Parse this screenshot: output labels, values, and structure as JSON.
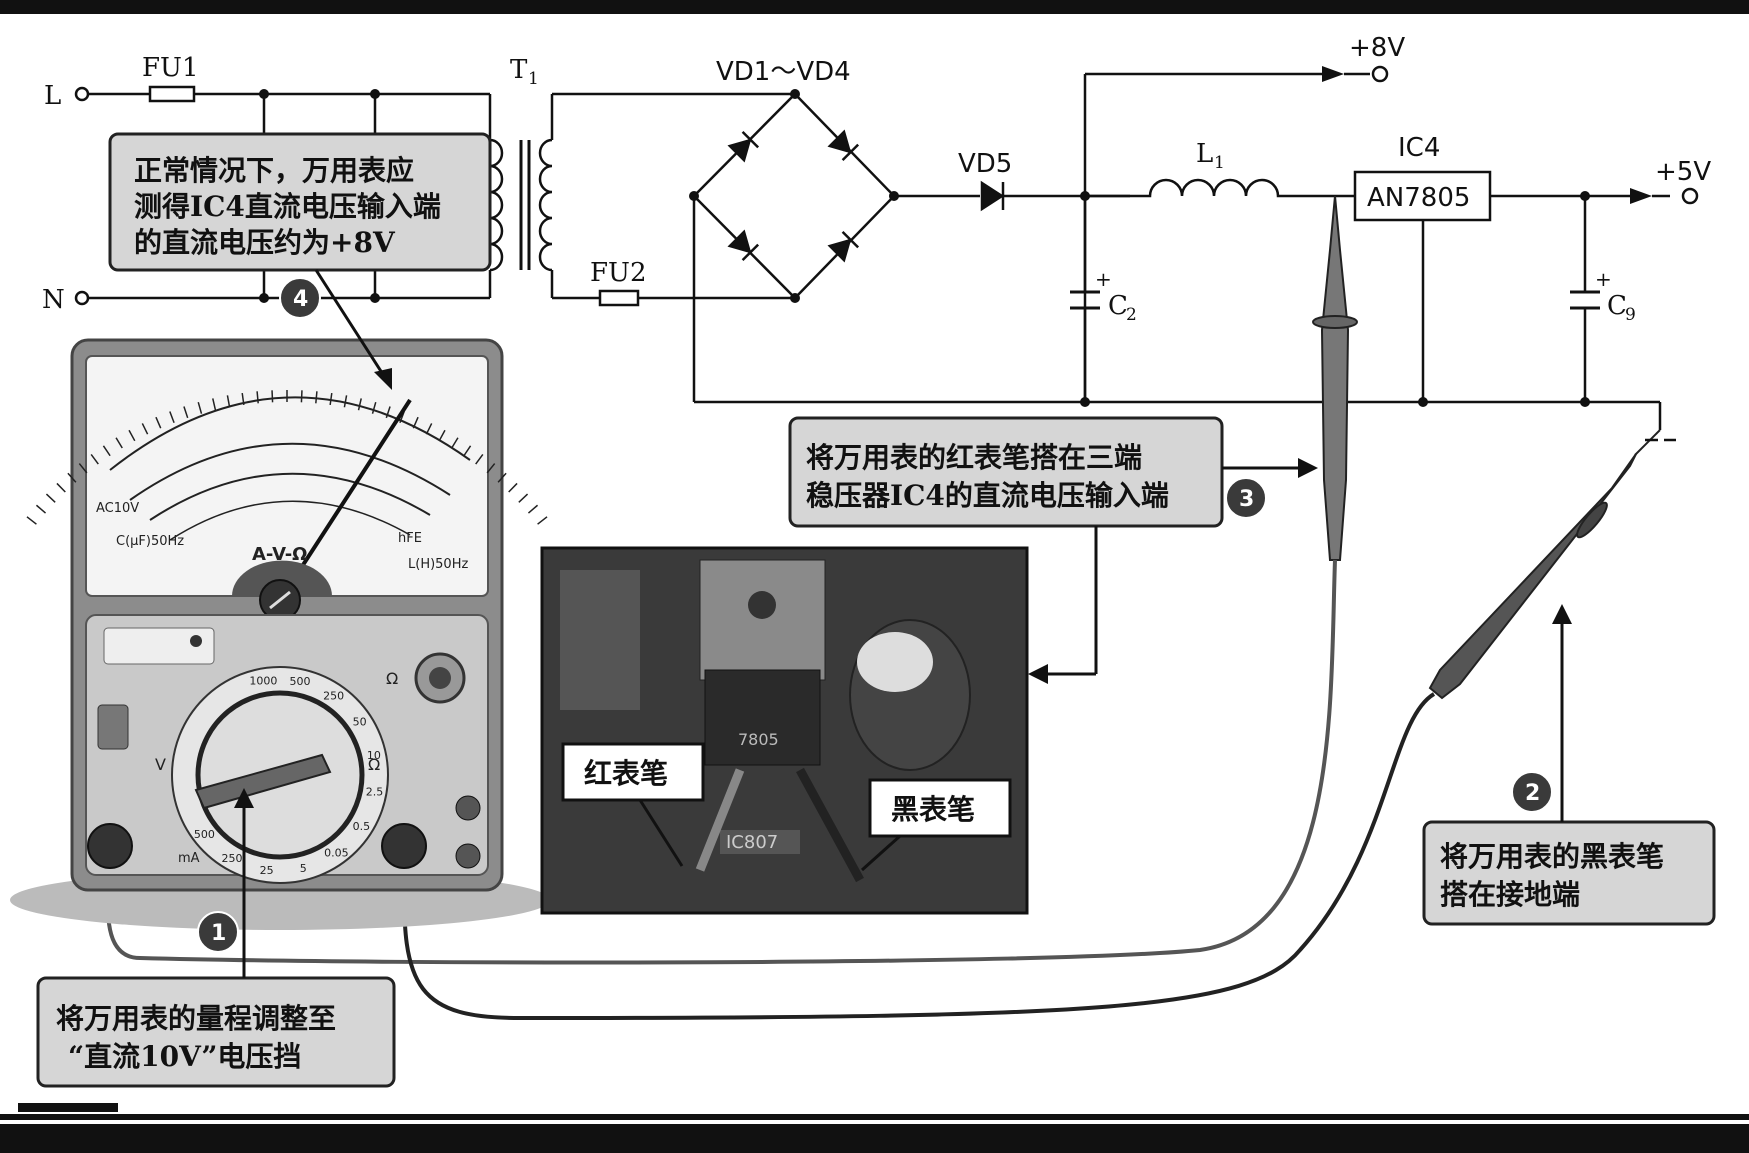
{
  "circuit": {
    "L": "L",
    "N": "N",
    "FU1": "FU1",
    "FU2": "FU2",
    "T1": "T",
    "T1_sub": "1",
    "bridge": "VD1～VD4",
    "VD5": "VD5",
    "L1": "L",
    "L1_sub": "1",
    "IC4": "IC4",
    "ic_part": "AN7805",
    "C2": "C",
    "C2_sub": "2",
    "C9": "C",
    "C9_sub": "9",
    "plus": "+",
    "v8": "+8V",
    "v5": "+5V"
  },
  "callouts": {
    "c4_line1": "正常情况下，万用表应",
    "c4_line2": "测得IC4直流电压输入端",
    "c4_line3": "的直流电压约为+8V",
    "c3_line1": "将万用表的红表笔搭在三端",
    "c3_line2": "稳压器IC4的直流电压输入端",
    "c1_line1": "将万用表的量程调整至",
    "c1_line2": "“直流10V”电压挡",
    "c2_line1": "将万用表的黑表笔",
    "c2_line2": "搭在接地端"
  },
  "photo": {
    "red_probe": "红表笔",
    "black_probe": "黑表笔",
    "board_label": "IC807",
    "chip_marking": "7805"
  },
  "steps": [
    "1",
    "2",
    "3",
    "4"
  ],
  "meter": {
    "scale_label": "A-V-Ω",
    "range_labels": [
      "1000",
      "500",
      "250",
      "50",
      "10",
      "2.5",
      "0.5",
      "0.05",
      "5",
      "25",
      "250",
      "500"
    ],
    "acv": "AC10V",
    "cap": "C(μF)50Hz",
    "ind": "L(H)50Hz",
    "hfe": "hFE",
    "ma": "mA",
    "ohm": "Ω",
    "v": "V"
  },
  "colors": {
    "step_badge": "#3a3a3a",
    "callout_fill": "#d6d6d6",
    "meter_body": "#8c8c8c",
    "wire": "#111111"
  }
}
